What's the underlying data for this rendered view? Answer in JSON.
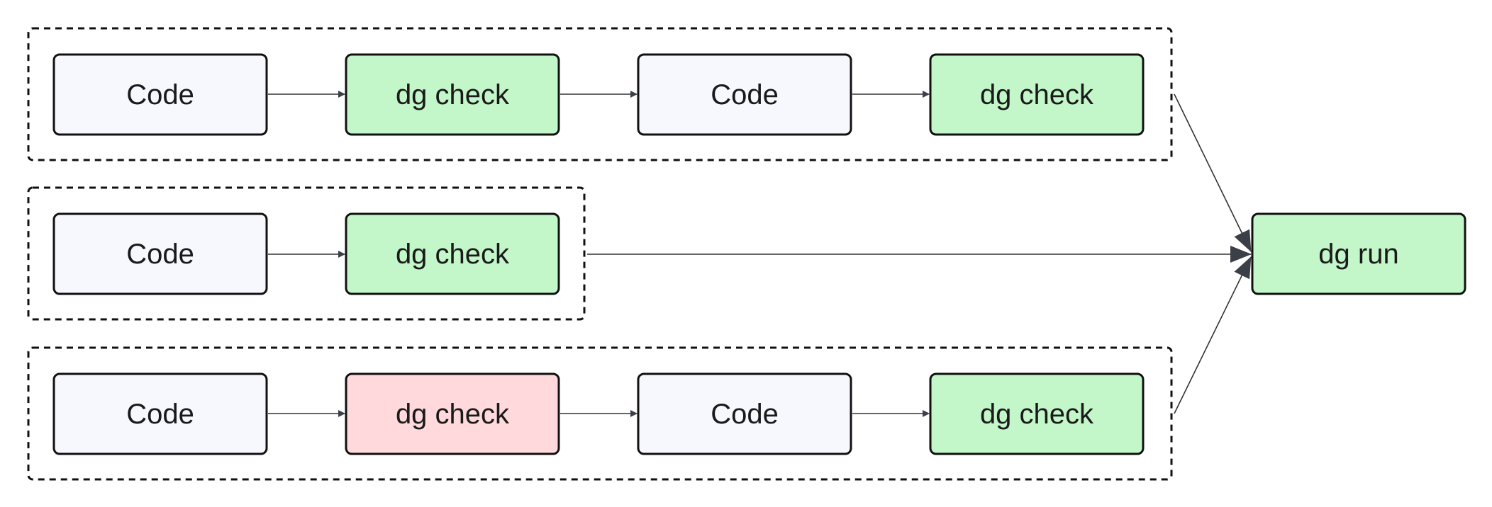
{
  "colors": {
    "code": "#f7f7fe",
    "pass": "#c3f7c9",
    "fail": "#ffd9db",
    "arrow": "#3b3f47"
  },
  "groups": [
    {
      "nodes": [
        {
          "label": "Code",
          "status": "code"
        },
        {
          "label": "dg check",
          "status": "pass"
        },
        {
          "label": "Code",
          "status": "code"
        },
        {
          "label": "dg check",
          "status": "pass"
        }
      ]
    },
    {
      "nodes": [
        {
          "label": "Code",
          "status": "code"
        },
        {
          "label": "dg check",
          "status": "pass"
        }
      ]
    },
    {
      "nodes": [
        {
          "label": "Code",
          "status": "code"
        },
        {
          "label": "dg check",
          "status": "fail"
        },
        {
          "label": "Code",
          "status": "code"
        },
        {
          "label": "dg check",
          "status": "pass"
        }
      ]
    }
  ],
  "target": {
    "label": "dg run",
    "status": "pass"
  }
}
